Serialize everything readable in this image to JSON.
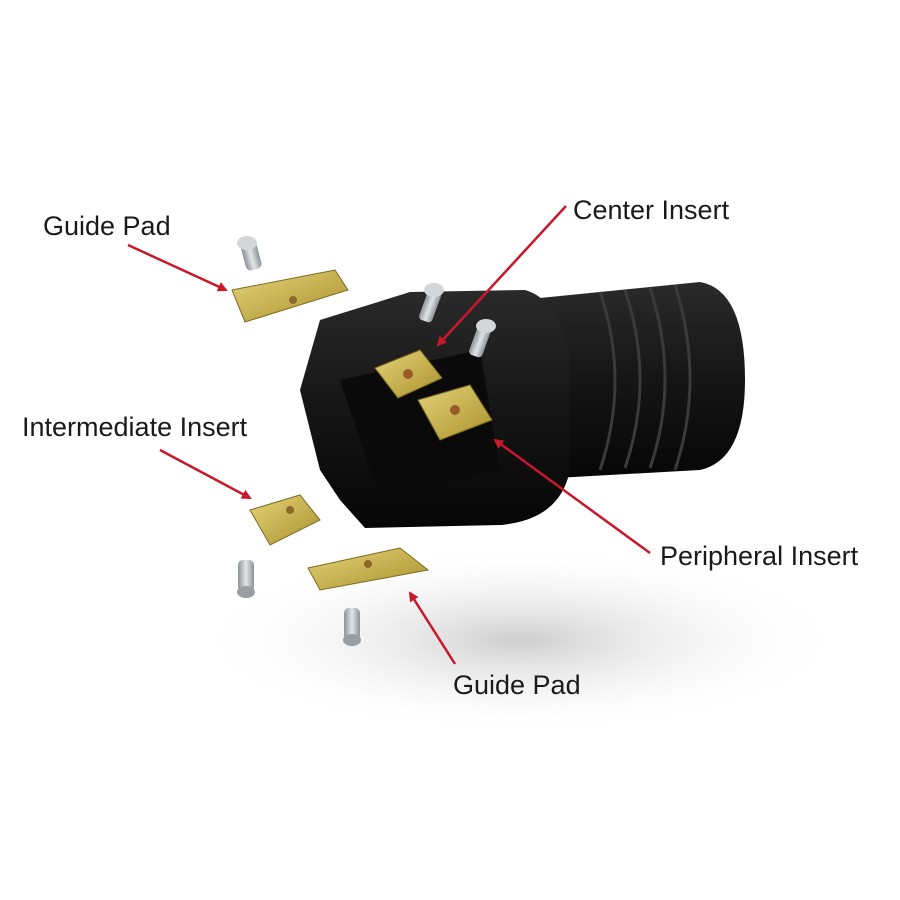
{
  "labels": {
    "guide_pad_top": "Guide Pad",
    "center_insert": "Center Insert",
    "intermediate_insert": "Intermediate Insert",
    "peripheral_insert": "Peripheral Insert",
    "guide_pad_bottom": "Guide Pad"
  },
  "colors": {
    "arrow": "#c8192b",
    "body": "#141414",
    "insert_gold": "#c9b24a",
    "screw": "#b9bcc0"
  }
}
